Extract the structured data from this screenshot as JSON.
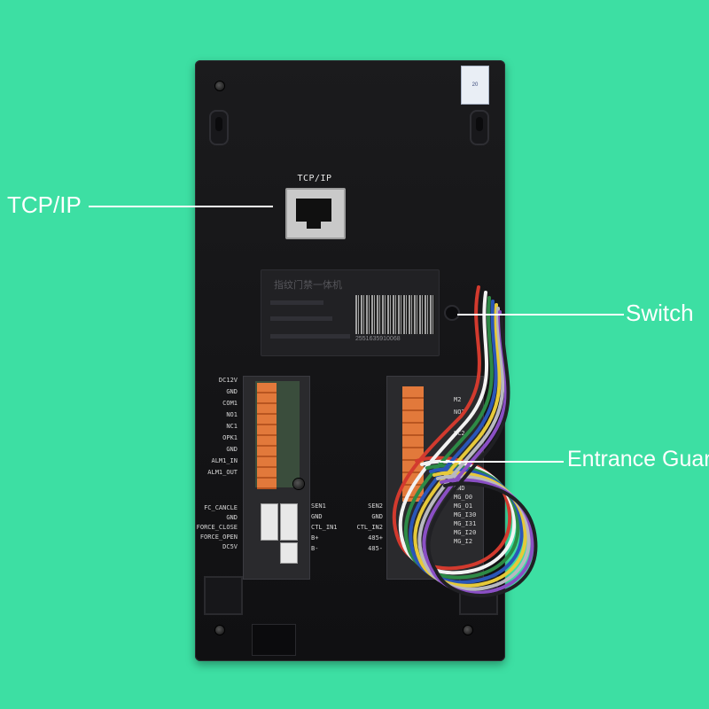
{
  "callouts": {
    "tcpip": "TCP/IP",
    "switch": "Switch",
    "entrance_guard": "Entrance Guard"
  },
  "device": {
    "port_label": "TCP/IP",
    "plate_title": "指纹门禁一体机",
    "barcode_text": "2551635910068",
    "sticker_text": "20",
    "left_terminals_top": [
      "DC12V",
      "GND",
      "COM1",
      "NO1",
      "NC1",
      "OPK1",
      "GND",
      "ALM1_IN",
      "ALM1_OUT"
    ],
    "left_terminals_bottom": [
      "FC_CANCLE",
      "GND",
      "FORCE_CLOSE",
      "FORCE_OPEN",
      "DC5V"
    ],
    "mid_terminals": [
      "SEN1",
      "GND",
      "CTL_IN1",
      "B+",
      "B-"
    ],
    "rmid_terminals": [
      "SEN2",
      "GND",
      "CTL_IN2",
      "485+",
      "485-"
    ],
    "right_terminals_top": [
      "M2",
      "NO2",
      "NC2"
    ],
    "right_terminals_bottom": [
      "DC12V",
      "GND",
      "MG_O0",
      "MG_O1",
      "MG_I30",
      "MG_I31",
      "MG_I20",
      "MG_I2"
    ]
  },
  "colors": {
    "background": "#3ddfa3",
    "device": "#141416",
    "terminal_orange": "#e2793b"
  }
}
